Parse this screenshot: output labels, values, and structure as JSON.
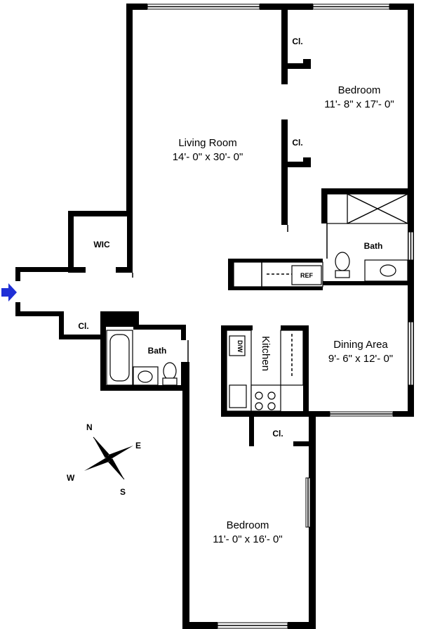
{
  "rooms": {
    "living": {
      "name": "Living Room",
      "dims": "14'- 0\" x 30'- 0\""
    },
    "bedroom_top": {
      "name": "Bedroom",
      "dims": "11'- 8\" x 17'- 0\""
    },
    "bedroom_bottom": {
      "name": "Bedroom",
      "dims": "11'- 0\" x 16'- 0\""
    },
    "dining": {
      "name": "Dining Area",
      "dims": "9'- 6\" x 12'- 0\""
    },
    "kitchen": {
      "name": "Kitchen"
    },
    "bath_right": {
      "name": "Bath"
    },
    "bath_left": {
      "name": "Bath"
    },
    "wic": {
      "name": "WIC"
    }
  },
  "closets": [
    "Cl.",
    "Cl.",
    "Cl.",
    "Cl."
  ],
  "appliances": {
    "ref": "REF",
    "dw": "D/W"
  },
  "compass": {
    "n": "N",
    "e": "E",
    "s": "S",
    "w": "W"
  },
  "colors": {
    "entry_arrow": "#1f2fd6",
    "walls": "#000000"
  }
}
